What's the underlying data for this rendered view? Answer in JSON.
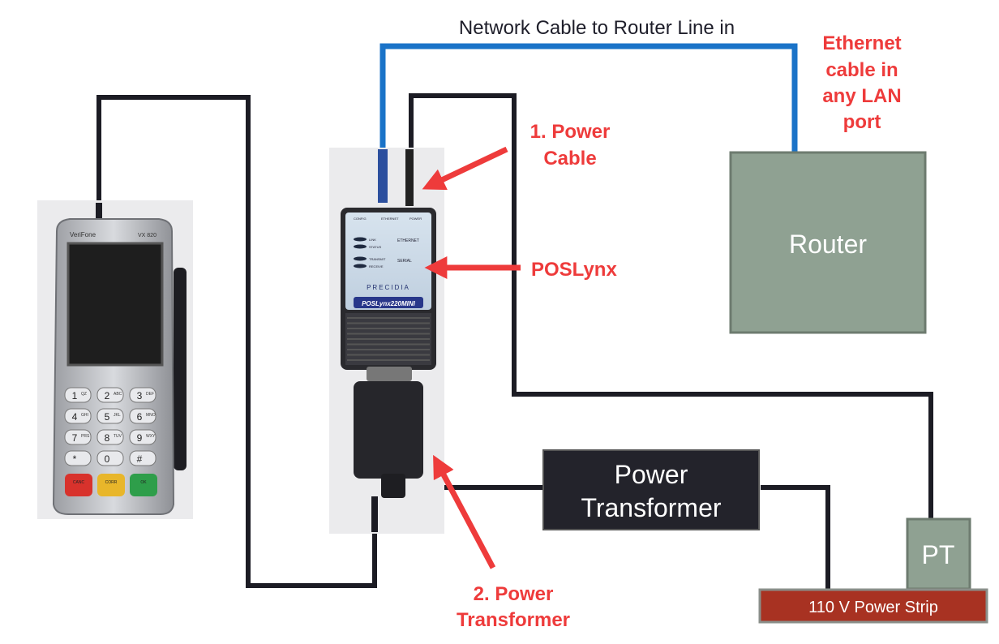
{
  "labels": {
    "network_cable": "Network Cable to Router Line in",
    "ethernet_lan": [
      "Ethernet",
      "cable in",
      "any LAN",
      "port"
    ],
    "power_cable": [
      "1. Power",
      "Cable"
    ],
    "poslynx": "POSLynx",
    "power_transformer_callout": [
      "2. Power",
      "Transformer"
    ]
  },
  "boxes": {
    "router": "Router",
    "power_transformer": [
      "Power",
      "Transformer"
    ],
    "pt": "PT",
    "power_strip": "110 V Power Strip"
  },
  "terminal": {
    "brand": "VeriFone",
    "model": "VX 820",
    "keys": [
      [
        "1",
        "QZ"
      ],
      [
        "2",
        "ABC"
      ],
      [
        "3",
        "DEF"
      ],
      [
        "4",
        "GHI"
      ],
      [
        "5",
        "JKL"
      ],
      [
        "6",
        "MNO"
      ],
      [
        "7",
        "PRS"
      ],
      [
        "8",
        "TUV"
      ],
      [
        "9",
        "WXY"
      ],
      [
        "*",
        ""
      ],
      [
        "0",
        ""
      ],
      [
        "#",
        ""
      ]
    ],
    "func_keys": [
      "CANC",
      "CORR",
      "OK"
    ]
  },
  "device": {
    "ports": [
      "CONFIG",
      "ETHERNET",
      "POWER"
    ],
    "leds": [
      "LINK",
      "STATUS",
      "TRANSMIT",
      "RECEIVE"
    ],
    "groups": [
      "ETHERNET",
      "SERIAL"
    ],
    "brand": "PRECIDIA",
    "model": "POSLynx220MINI"
  },
  "colors": {
    "network_cable": "#1a73c8",
    "wire": "#1c1c24",
    "callout": "#ee3b3b",
    "router_fill": "#8fa192",
    "transformer_fill": "#23232b",
    "strip_fill": "#a83222"
  }
}
